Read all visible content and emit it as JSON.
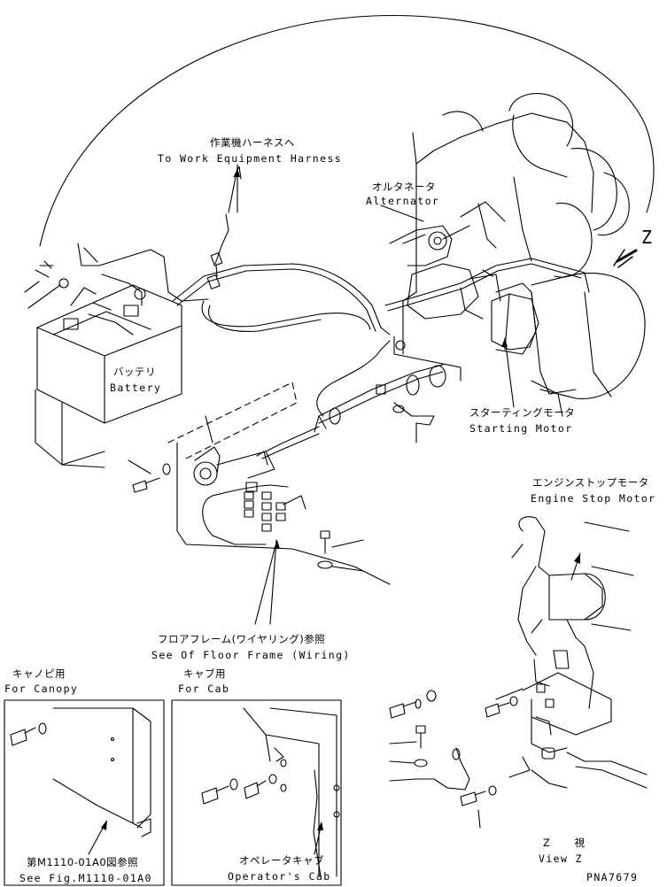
{
  "labels": {
    "work_harness_jp": "作業機ハーネスへ",
    "work_harness_en": "To Work Equipment Harness",
    "alternator_jp": "オルタネータ",
    "alternator_en": "Alternator",
    "battery_jp": "バッテリ",
    "battery_en": "Battery",
    "starting_motor_jp": "スターティングモータ",
    "starting_motor_en": "Starting Motor",
    "engine_stop_jp": "エンジンストップモータ",
    "engine_stop_en": "Engine Stop Motor",
    "floor_frame_jp": "フロアフレーム(ワイヤリング)参照",
    "floor_frame_en": "See Of Floor Frame (Wiring)",
    "canopy_jp": "キャノピ用",
    "canopy_en": "For Canopy",
    "cab_jp": "キャブ用",
    "cab_en": "For Cab",
    "fig_ref_jp": "第M1110-01A0図参照",
    "fig_ref_en": "See Fig.M1110-01A0",
    "operator_cab_jp": "オペレータキャブ",
    "operator_cab_en": "Operator's Cab",
    "view_z_jp": "Z 視",
    "view_z_en": "View Z",
    "z_marker": "Z",
    "drawing_no": "PNA7679"
  }
}
